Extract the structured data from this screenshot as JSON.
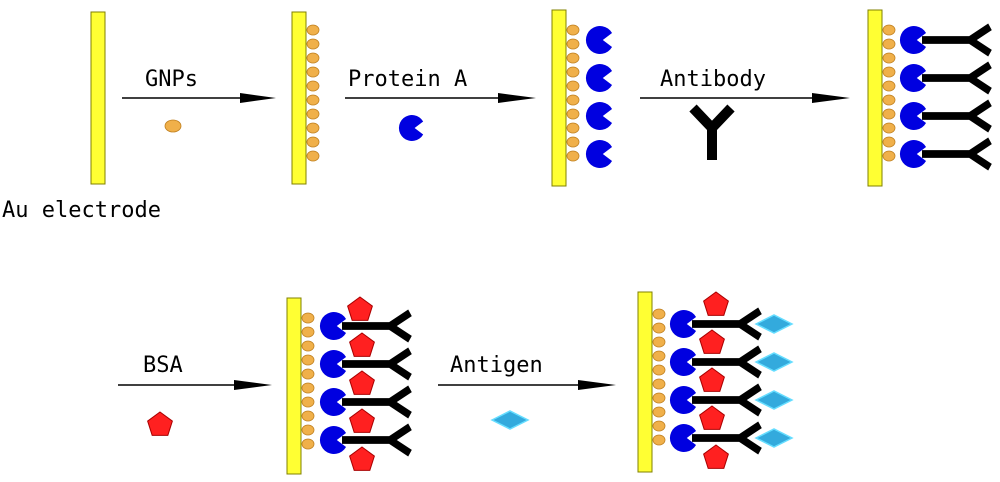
{
  "labels": {
    "electrode": "Au electrode",
    "gnps": "GNPs",
    "protein_a": "Protein A",
    "antibody": "Antibody",
    "bsa": "BSA",
    "antigen": "Antigen"
  },
  "colors": {
    "electrode": "#ffff33",
    "gnp": "#f0b04a",
    "protein_a": "#0000e0",
    "antibody": "#000000",
    "bsa": "#ff0000",
    "antigen": "#33bbee",
    "arrow": "#000000"
  }
}
